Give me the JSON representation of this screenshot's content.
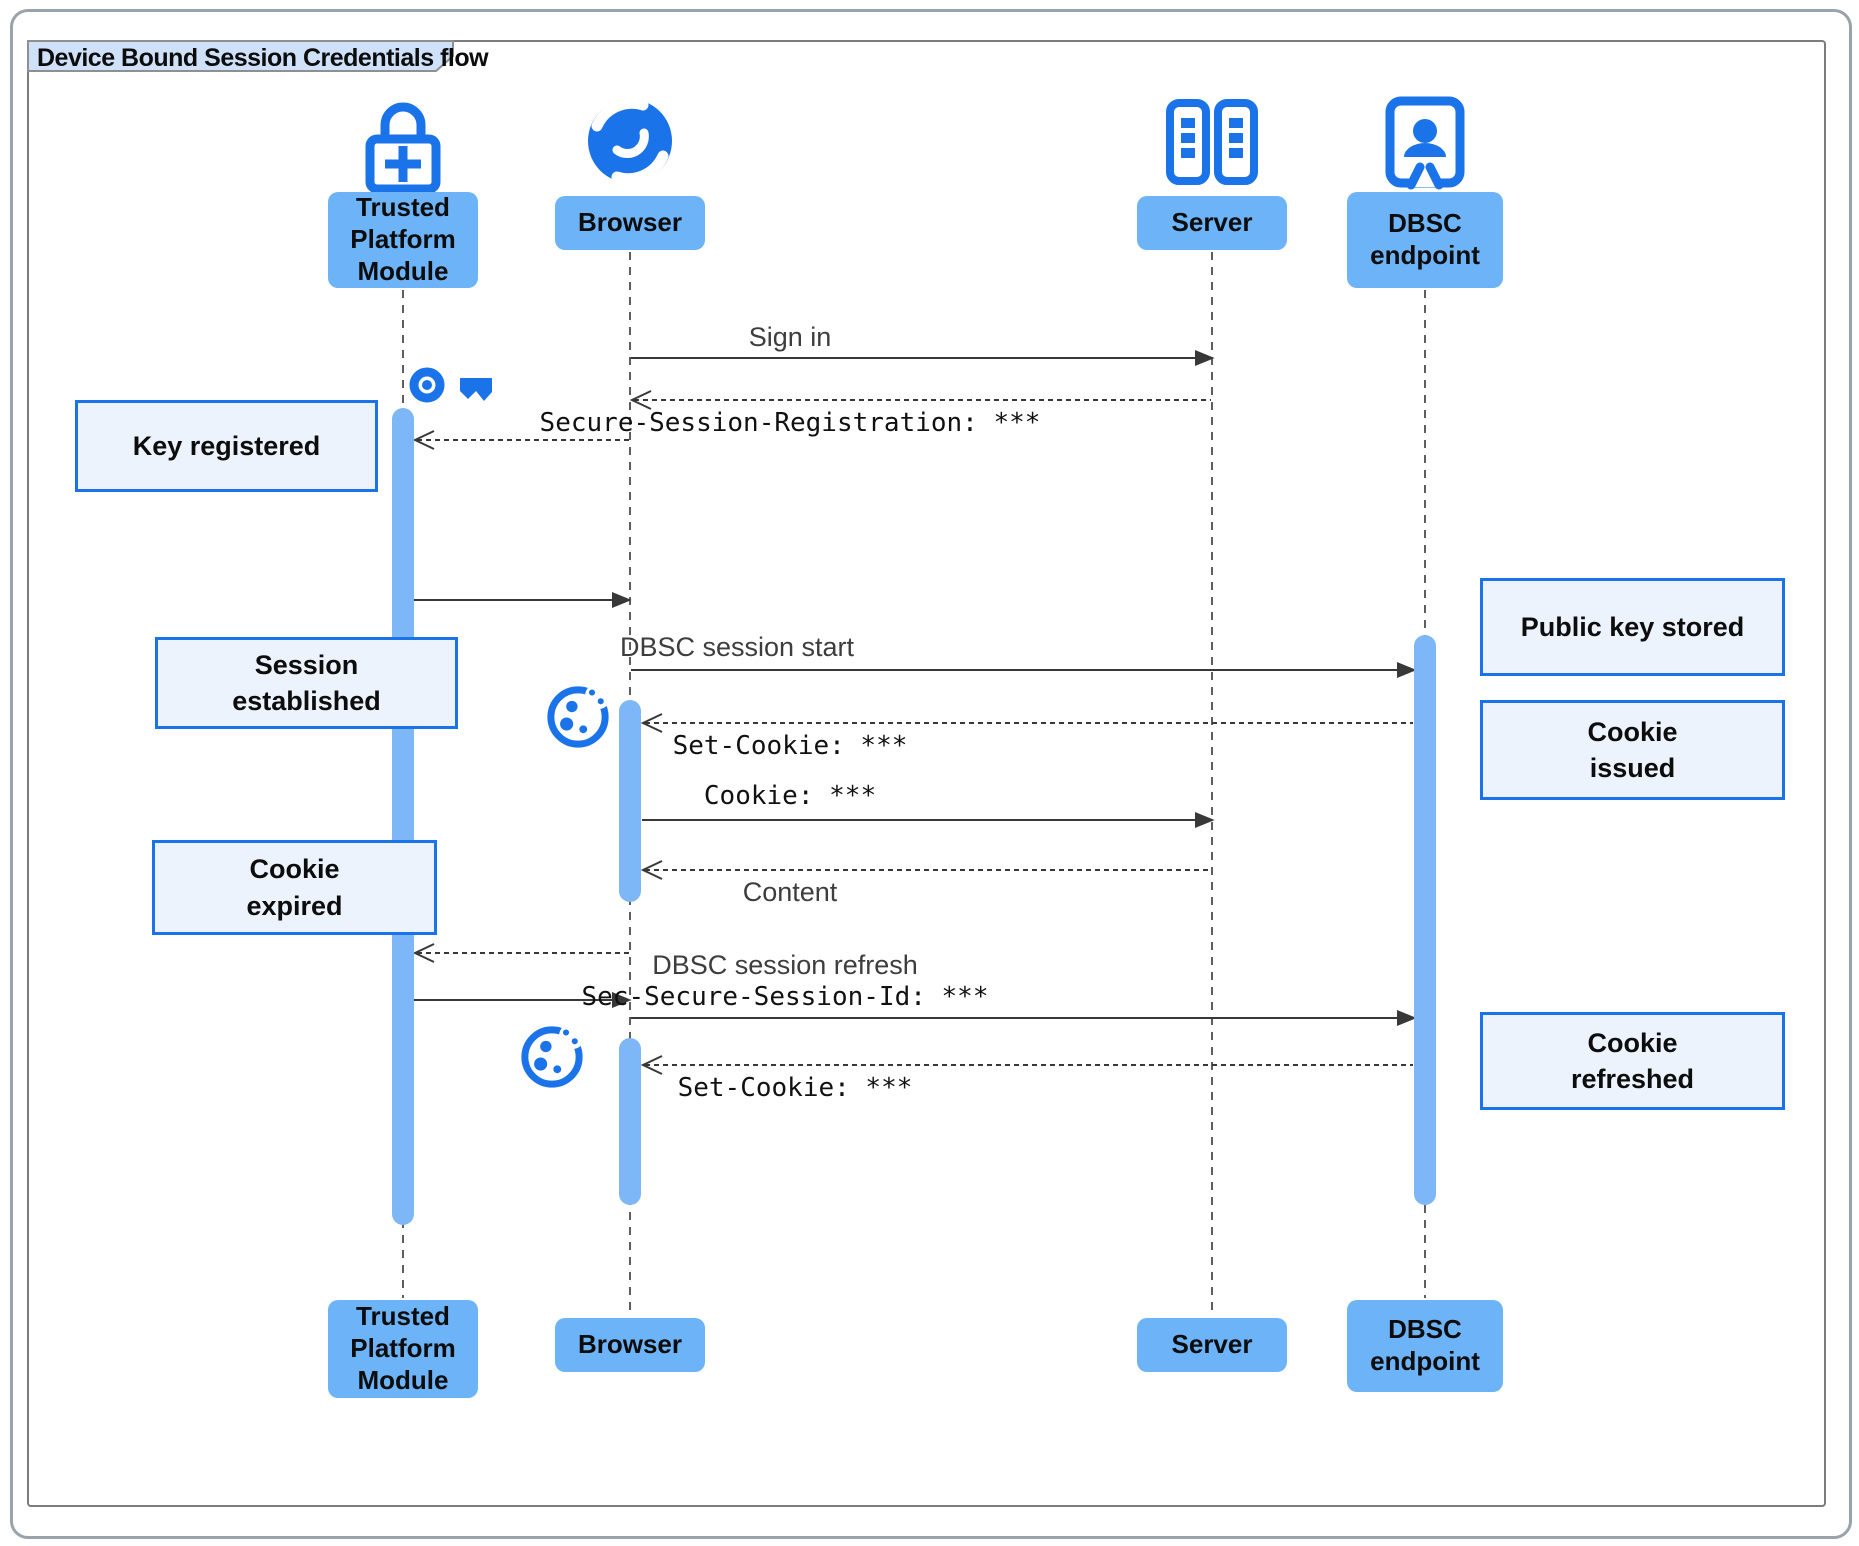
{
  "title": "Device Bound Session Credentials flow",
  "actors": {
    "tpm": {
      "label": "Trusted\nPlatform\nModule",
      "icon": "lock-plus-icon"
    },
    "browser": {
      "label": "Browser",
      "icon": "globe-icon"
    },
    "server": {
      "label": "Server",
      "icon": "server-racks-icon"
    },
    "dbsc": {
      "label": "DBSC\nendpoint",
      "icon": "door-person-icon"
    }
  },
  "messages": {
    "sign_in": "Sign in",
    "secure_session_registration": "Secure-Session-Registration: ***",
    "dbsc_session_start": "DBSC session start",
    "set_cookie_1": "Set-Cookie: ***",
    "cookie": "Cookie: ***",
    "content": "Content",
    "dbsc_session_refresh": "DBSC session refresh",
    "sec_secure_session_id": "Sec-Secure-Session-Id: ***",
    "set_cookie_2": "Set-Cookie: ***"
  },
  "notes": {
    "key_registered": "Key registered",
    "session_established": "Session\nestablished",
    "cookie_expired": "Cookie\nexpired",
    "public_key_stored": "Public key stored",
    "cookie_issued": "Cookie\nissued",
    "cookie_refreshed": "Cookie\nrefreshed"
  },
  "decorations": [
    "key-icon",
    "cookie-icon",
    "cookie-icon"
  ],
  "colors": {
    "accent_blue": "#1a73e8",
    "actor_fill": "#6db3f8",
    "activation_fill": "#7db7f8",
    "note_fill": "#ecf3fd",
    "note_border": "#1a73e8",
    "title_fill": "#cfe1f9",
    "frame_border": "#7c7c7c",
    "arrow": "#383838",
    "message_text": "#3d3d3d",
    "mono_text": "#111111"
  }
}
